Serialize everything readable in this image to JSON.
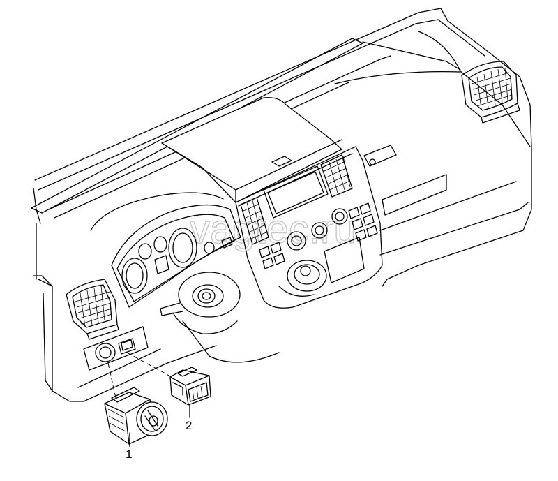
{
  "watermark": "vagtec.ru",
  "callouts": [
    {
      "number": "1",
      "part": "light-switch-rotary"
    },
    {
      "number": "2",
      "part": "headlight-range-control-switch"
    }
  ],
  "colors": {
    "line": "#000000",
    "background": "#ffffff",
    "watermark": "#c8c8c8"
  }
}
